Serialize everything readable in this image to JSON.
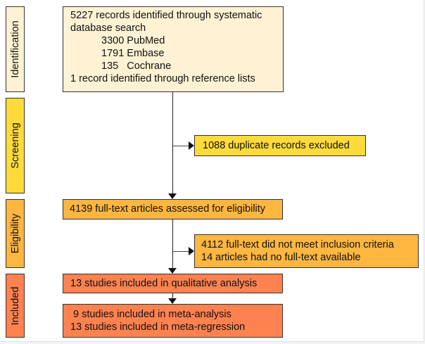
{
  "colors": {
    "identification": "#fff2d4",
    "screening": "#fedb3a",
    "eligibility": "#fdb63f",
    "included": "#fd8250"
  },
  "stages": {
    "identification": "Identification",
    "screening": "Screening",
    "eligibility": "Eligibility",
    "included": "Included"
  },
  "identification_box": {
    "line1": "5227 records identified through systematic",
    "line2": "database search",
    "sources": [
      {
        "count": "3300",
        "name": "PubMed",
        "label": "3300 PubMed"
      },
      {
        "count": "1791",
        "name": "Embase",
        "label": "1791 Embase"
      },
      {
        "count": "135",
        "name": "Cochrane",
        "label": "135   Cochrane"
      }
    ],
    "line_last": "1 record identified through reference lists"
  },
  "screening_exclusion": "1088 duplicate records excluded",
  "eligibility_box": "4139 full-text articles assessed for eligibility",
  "eligibility_exclusion": {
    "line1": "4112 full-text did not meet inclusion criteria",
    "line2": "14 articles had no full-text available"
  },
  "included_qualitative": "13 studies included in qualitative analysis",
  "included_quantitative": {
    "line1": "9 studies included in meta-analysis",
    "line2": "13 studies included in meta-regression"
  }
}
